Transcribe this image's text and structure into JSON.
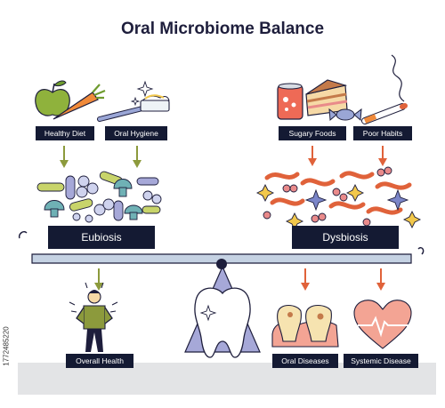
{
  "title": "Oral Microbiome Balance",
  "labels": {
    "healthy_diet": "Healthy Diet",
    "oral_hygiene": "Oral Hygiene",
    "sugary_foods": "Sugary Foods",
    "poor_habits": "Poor Habits",
    "eubiosis": "Eubiosis",
    "dysbiosis": "Dysbiosis",
    "overall_health": "Overall Health",
    "oral_diseases": "Oral Diseases",
    "systemic_disease": "Systemic Disease"
  },
  "credit": "1772485220",
  "colors": {
    "label_bg": "#141a33",
    "arrow_good": "#8c9a3c",
    "arrow_bad": "#e0623a",
    "beam": "#c5d2e3",
    "teal": "#6fb1b5",
    "lavender": "#a6a8d8",
    "heart": "#f3a494"
  }
}
